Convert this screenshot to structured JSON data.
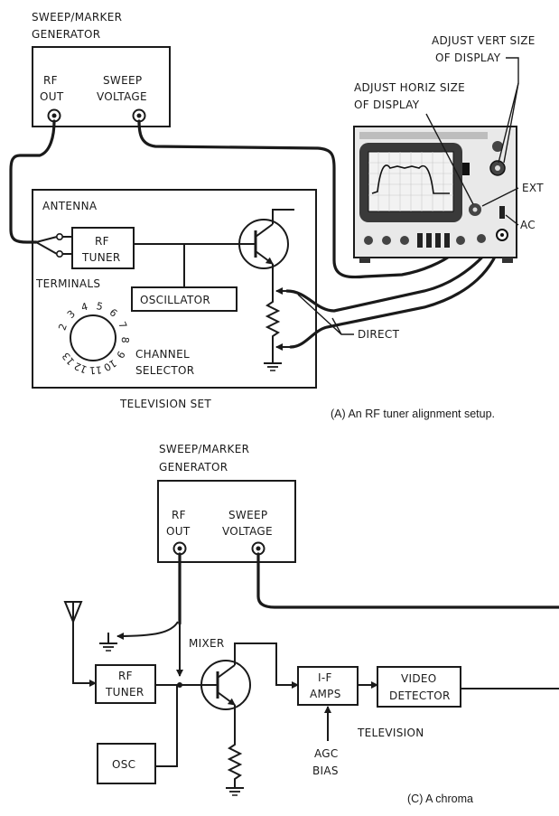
{
  "diagram_a": {
    "generator_title": [
      "SWEEP/MARKER",
      "GENERATOR"
    ],
    "rf_out": [
      "RF",
      "OUT"
    ],
    "sweep_voltage": [
      "SWEEP",
      "VOLTAGE"
    ],
    "antenna": "ANTENNA",
    "terminals": "TERMINALS",
    "rf_tuner": [
      "RF",
      "TUNER"
    ],
    "oscillator": "OSCILLATOR",
    "channel_selector": [
      "CHANNEL",
      "SELECTOR"
    ],
    "channel_numbers": [
      "2",
      "3",
      "4",
      "5",
      "6",
      "7",
      "8",
      "9",
      "10",
      "11",
      "12",
      "13"
    ],
    "television_set": "TELEVISION SET",
    "direct": "DIRECT",
    "adjust_vert": [
      "ADJUST VERT SIZE",
      "OF DISPLAY"
    ],
    "adjust_horiz": [
      "ADJUST HORIZ SIZE",
      "OF DISPLAY"
    ],
    "ext": "EXT",
    "ac": "AC",
    "caption": "(A) An RF tuner alignment setup."
  },
  "diagram_c": {
    "generator_title": [
      "SWEEP/MARKER",
      "GENERATOR"
    ],
    "rf_out": [
      "RF",
      "OUT"
    ],
    "sweep_voltage": [
      "SWEEP",
      "VOLTAGE"
    ],
    "mixer": "MIXER",
    "rf_tuner": [
      "RF",
      "TUNER"
    ],
    "osc": "OSC",
    "if_amps": [
      "I-F",
      "AMPS"
    ],
    "video_detector": [
      "VIDEO",
      "DETECTOR"
    ],
    "agc_bias": [
      "AGC",
      "BIAS"
    ],
    "television": "TELEVISION",
    "caption": "(C) A chroma"
  }
}
